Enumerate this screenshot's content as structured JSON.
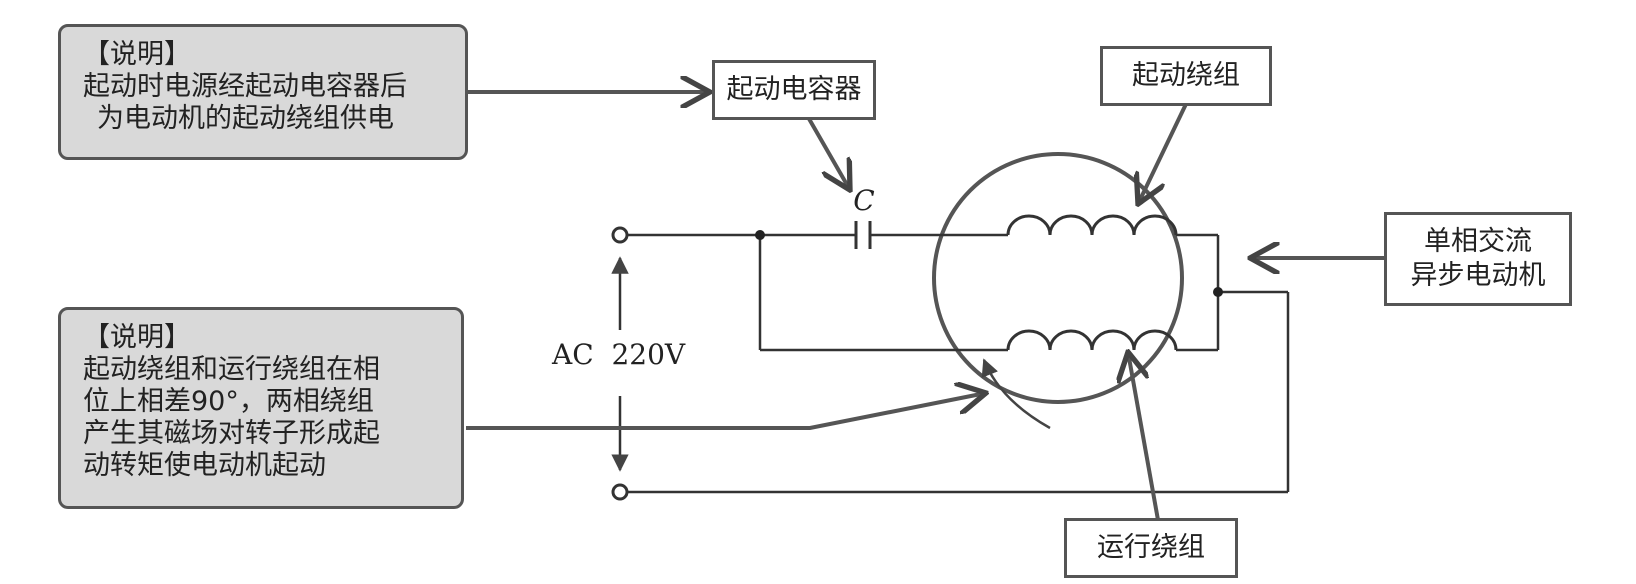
{
  "note_top": {
    "heading": "【说明】",
    "line1": "起动时电源经起动电容器后",
    "line2": "为电动机的起动绕组供电"
  },
  "note_bottom": {
    "heading": "【说明】",
    "line1": "起动绕组和运行绕组在相",
    "line2": "位上相差90°，两相绕组",
    "line3": "产生其磁场对转子形成起",
    "line4": "动转矩使电动机起动"
  },
  "labels": {
    "capacitor": "起动电容器",
    "start_winding": "起动绕组",
    "run_winding": "运行绕组",
    "motor_line1": "单相交流",
    "motor_line2": "异步电动机"
  },
  "circuit": {
    "capacitor_symbol": "C",
    "voltage": "AC  220V"
  },
  "colors": {
    "line": "#444444",
    "note_fill": "#d9d9d9",
    "border": "#555555"
  }
}
